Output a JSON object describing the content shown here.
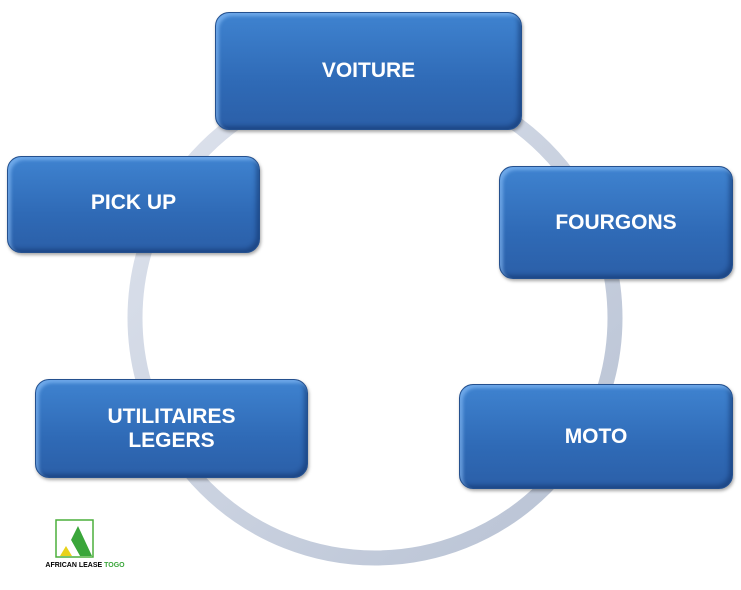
{
  "nodes": [
    {
      "label": "VOITURE"
    },
    {
      "label": "FOURGONS"
    },
    {
      "label": "MOTO"
    },
    {
      "label": "UTILITAIRES LEGERS"
    },
    {
      "label": "PICK UP"
    }
  ],
  "logo": {
    "name": "AFRICAN LEASE",
    "suffix": "TOGO"
  },
  "colors": {
    "box": "#3473c0",
    "ring": "#c9d2e0",
    "logo_green": "#3aa63a",
    "logo_yellow": "#e8d21a"
  }
}
